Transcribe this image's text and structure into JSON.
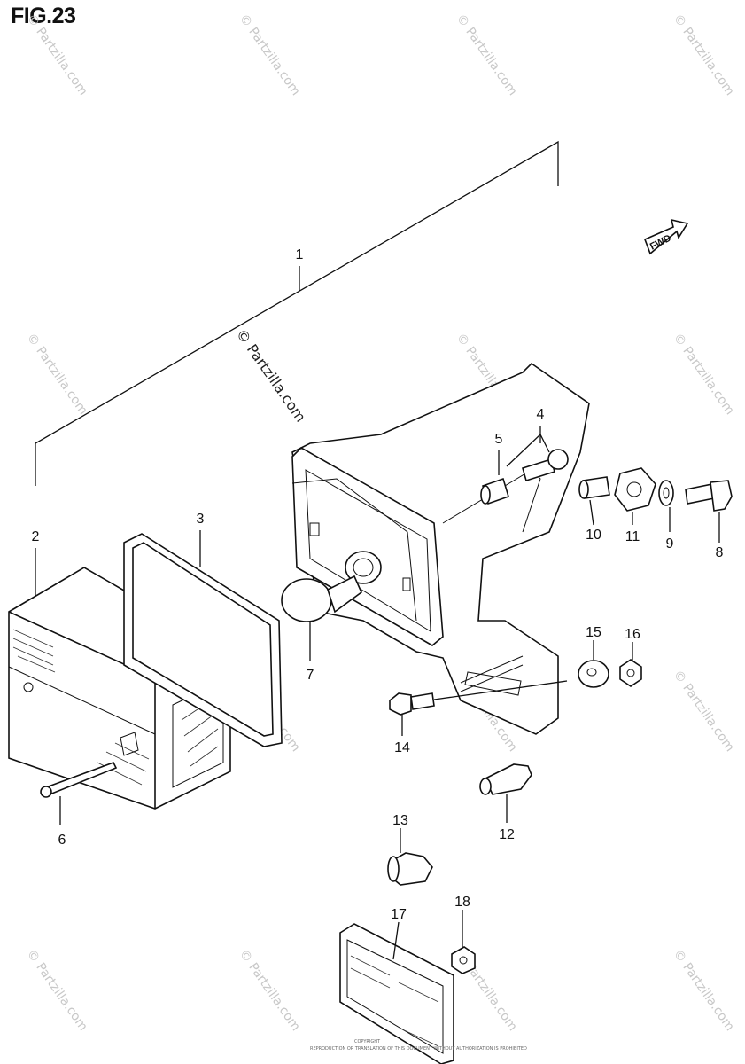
{
  "figure": {
    "title": "FIG.23"
  },
  "direction_label": "FWD",
  "main_watermark": "© Partzilla.com",
  "repeat_watermark": "© Partzilla.com",
  "fine_print": [
    "COPYRIGHT",
    "REPRODUCTION OR TRANSLATION OF THIS DOCUMENT WITHOUT AUTHORIZATION IS PROHIBITED"
  ],
  "callouts": [
    {
      "id": "1",
      "label": "1"
    },
    {
      "id": "2",
      "label": "2"
    },
    {
      "id": "3",
      "label": "3"
    },
    {
      "id": "4",
      "label": "4"
    },
    {
      "id": "5",
      "label": "5"
    },
    {
      "id": "6",
      "label": "6"
    },
    {
      "id": "7",
      "label": "7"
    },
    {
      "id": "8",
      "label": "8"
    },
    {
      "id": "9",
      "label": "9"
    },
    {
      "id": "10",
      "label": "10"
    },
    {
      "id": "11",
      "label": "11"
    },
    {
      "id": "12",
      "label": "12"
    },
    {
      "id": "13",
      "label": "13"
    },
    {
      "id": "14",
      "label": "14"
    },
    {
      "id": "15",
      "label": "15"
    },
    {
      "id": "16",
      "label": "16"
    },
    {
      "id": "17",
      "label": "17"
    },
    {
      "id": "18",
      "label": "18"
    }
  ]
}
